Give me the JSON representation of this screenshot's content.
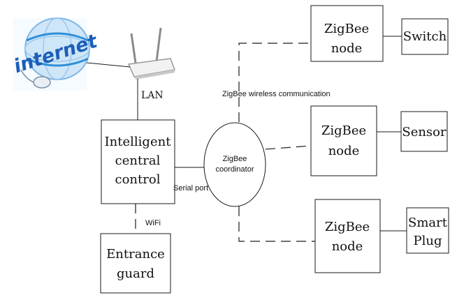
{
  "nodes": {
    "internet": "internet",
    "lan": "LAN",
    "central": [
      "Intelligent",
      "central",
      "control"
    ],
    "coordinator": [
      "ZigBee",
      "coordinator"
    ],
    "entrance": [
      "Entrance",
      "guard"
    ],
    "zigbee_node_1": [
      "ZigBee",
      "node"
    ],
    "zigbee_node_2": [
      "ZigBee",
      "node"
    ],
    "zigbee_node_3": [
      "ZigBee",
      "node"
    ],
    "switch": "Switch",
    "sensor": "Sensor",
    "smart_plug": [
      "Smart",
      "Plug"
    ]
  },
  "labels": {
    "wireless": "ZigBee wireless communication",
    "serial": "Serial port",
    "wifi": "WiFi"
  },
  "colors": {
    "internet_text": "#1c5fb8",
    "globe_light": "#cfe6f8",
    "globe_dark": "#2f8fd8"
  }
}
